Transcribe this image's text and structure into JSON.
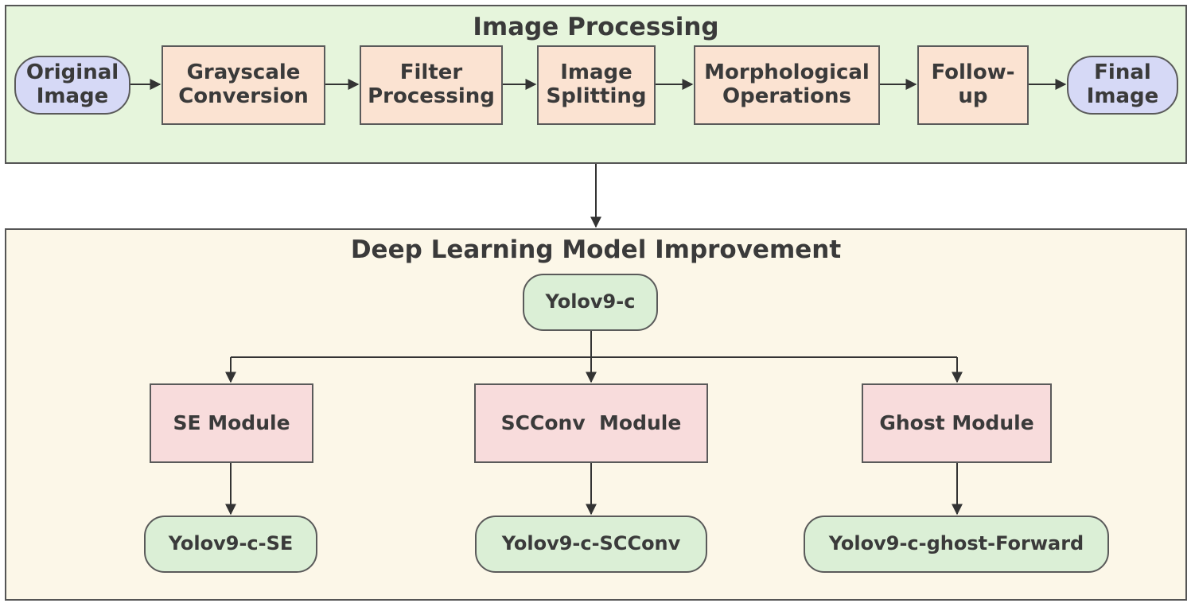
{
  "top_panel": {
    "title": "Image Processing",
    "nodes": [
      {
        "id": "original",
        "line1": "Original",
        "line2": "Image"
      },
      {
        "id": "grayscale",
        "line1": "Grayscale",
        "line2": "Conversion"
      },
      {
        "id": "filter",
        "line1": "Filter",
        "line2": "Processing"
      },
      {
        "id": "splitting",
        "line1": "Image",
        "line2": "Splitting"
      },
      {
        "id": "morph",
        "line1": "Morphological",
        "line2": "Operations"
      },
      {
        "id": "followup",
        "line1": "Follow-",
        "line2": "up"
      },
      {
        "id": "final",
        "line1": "Final",
        "line2": "Image"
      }
    ]
  },
  "bottom_panel": {
    "title": "Deep Learning Model Improvement",
    "root": "Yolov9-c",
    "modules": [
      "SE Module",
      "SCConv  Module",
      "Ghost Module"
    ],
    "results": [
      "Yolov9-c-SE",
      "Yolov9-c-SCConv",
      "Yolov9-c-ghost-Forward"
    ]
  },
  "colors": {
    "top_panel_bg": "#e6f5dc",
    "bottom_panel_bg": "#fcf7e8",
    "terminal_fill": "#d6d9f6",
    "step_fill": "#fbe3d2",
    "rounded_fill": "#dbefd6",
    "module_fill": "#f8dcdc"
  }
}
